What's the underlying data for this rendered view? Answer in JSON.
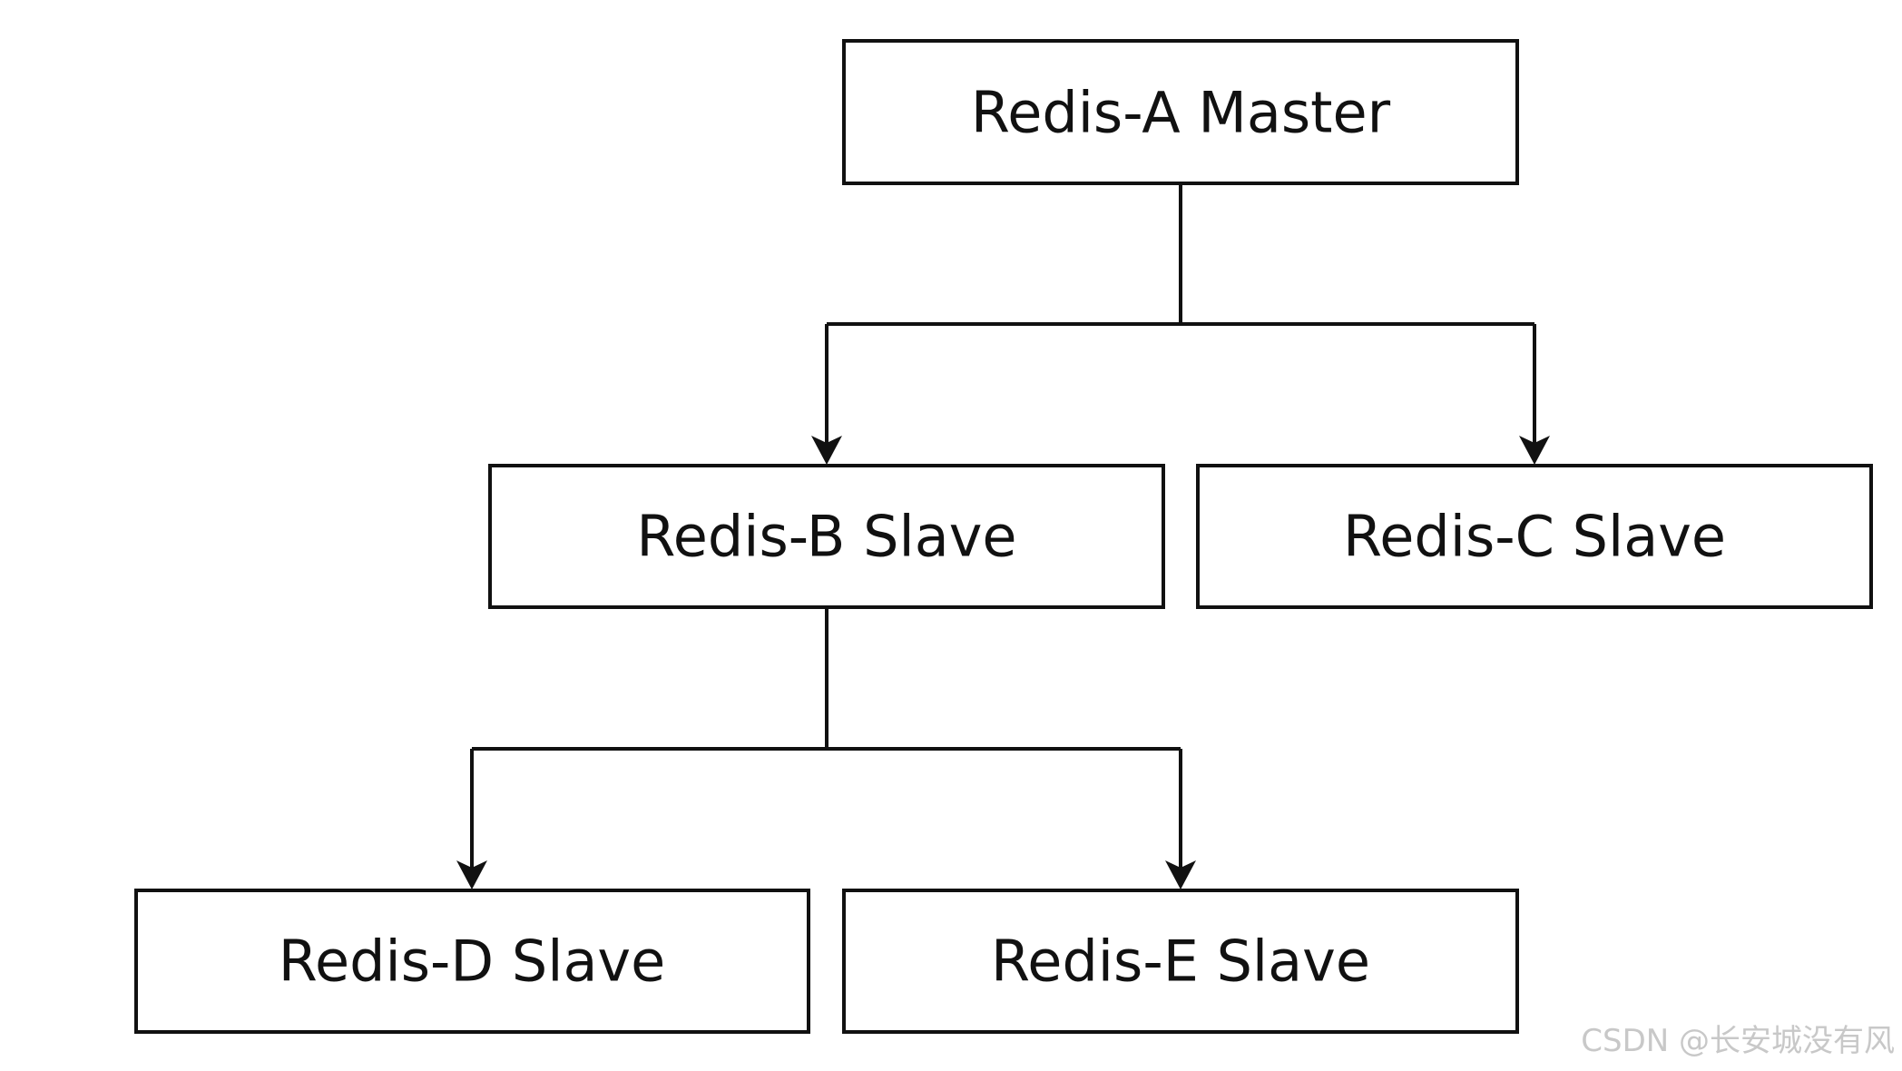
{
  "diagram": {
    "nodes": {
      "a": {
        "label": "Redis-A Master"
      },
      "b": {
        "label": "Redis-B Slave"
      },
      "c": {
        "label": "Redis-C Slave"
      },
      "d": {
        "label": "Redis-D Slave"
      },
      "e": {
        "label": "Redis-E Slave"
      }
    },
    "edges": [
      {
        "from": "Redis-A Master",
        "to": "Redis-B Slave"
      },
      {
        "from": "Redis-A Master",
        "to": "Redis-C Slave"
      },
      {
        "from": "Redis-B Slave",
        "to": "Redis-D Slave"
      },
      {
        "from": "Redis-B Slave",
        "to": "Redis-E Slave"
      }
    ],
    "watermark": "CSDN @长安城没有风"
  }
}
